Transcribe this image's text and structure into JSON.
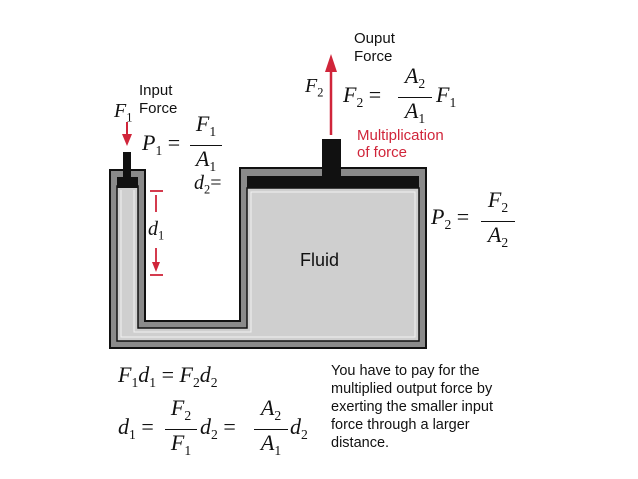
{
  "labels": {
    "output_force": "Ouput\nForce",
    "input_force": "Input\nForce",
    "multiplication": "Multiplication\nof force",
    "fluid": "Fluid",
    "explanation": "You have to pay for the\nmultiplied output force by\nexerting the smaller input\nforce through a larger\ndistance."
  },
  "symbols": {
    "F": "F",
    "P": "P",
    "A": "A",
    "d": "d",
    "sub1": "1",
    "sub2": "2",
    "equals": "=",
    "d2_marker_eq": "="
  },
  "colors": {
    "arrow_red": "#d0253a",
    "fluid_gray": "#cfcfcf",
    "vessel_black": "#111111"
  },
  "icons": {
    "input_arrow": "arrow-down-icon",
    "output_arrow": "arrow-up-icon",
    "d1_arrow": "double-arrow-vertical-icon"
  }
}
